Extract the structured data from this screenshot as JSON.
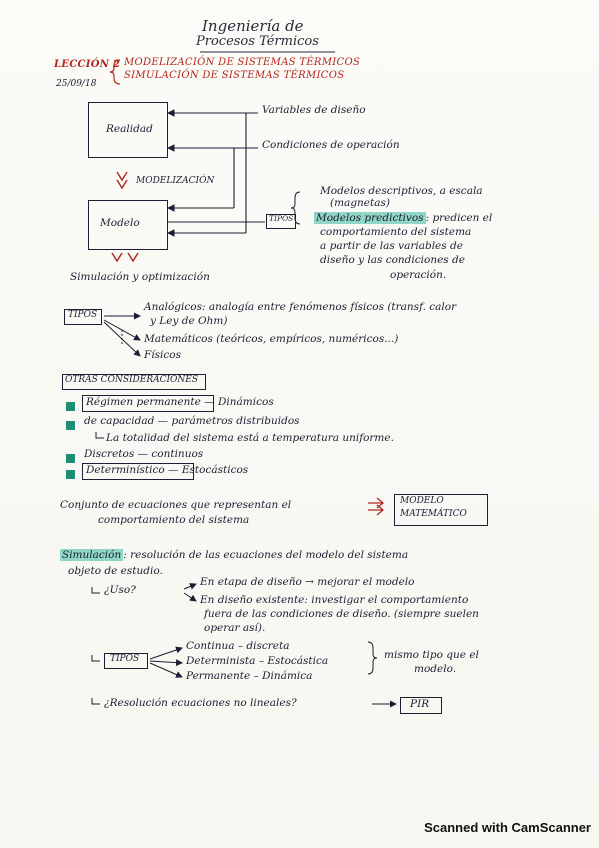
{
  "title": {
    "line1": "Ingeniería de",
    "line2": "Procesos Térmicos"
  },
  "lesson": {
    "label": "LECCIÓN 2",
    "topic1": "MODELIZACIÓN DE SISTEMAS TÉRMICOS",
    "topic2": "SIMULACIÓN DE SISTEMAS TÉRMICOS",
    "date": "25/09/18"
  },
  "diagram": {
    "realidad": "Realidad",
    "modelo": "Modelo",
    "variables": "Variables de diseño",
    "condiciones": "Condiciones de operación",
    "modelizacion": "MODELIZACIÓN",
    "simulacion_opt": "Simulación y optimización",
    "tipos_label": "TIPOS",
    "descriptivos": "Modelos descriptivos, a escala",
    "magnetas": "(magnetas)",
    "predictivos": "Modelos predictivos",
    "predictivos_desc_1": ": predicen el",
    "predictivos_desc_2": "comportamiento del sistema",
    "predictivos_desc_3": "a partir de las variables de",
    "predictivos_desc_4": "diseño y las condiciones de",
    "predictivos_desc_5": "operación."
  },
  "tipos_section": {
    "label": "TIPOS",
    "analogicos_1": "Analógicos: analogía entre fenómenos físicos (transf. calor",
    "analogicos_2": "y Ley de Ohm)",
    "matematicos": "Matemáticos (teóricos, empíricos, numéricos...)",
    "fisicos": "Físicos"
  },
  "otras": {
    "label": "OTRAS CONSIDERACIONES",
    "items": [
      {
        "text": "Régimen permanente",
        "suffix": " — Dinámicos",
        "boxed": true
      },
      {
        "text": "de capacidad",
        "suffix": " — parámetros distribuidos",
        "boxed": false
      },
      {
        "text": "",
        "suffix": "",
        "boxed": false
      },
      {
        "text": "Discretos",
        "suffix": " — continuos",
        "boxed": false
      },
      {
        "text": "Determinístico",
        "suffix": " — Estocásticos",
        "boxed": true
      }
    ],
    "note": "La totalidad del sistema está a temperatura uniforme."
  },
  "conjunto": {
    "line1": "Conjunto de ecuaciones que representan el",
    "line2": "comportamiento del sistema",
    "modelo_box_1": "MODELO",
    "modelo_box_2": "MATEMÁTICO"
  },
  "simulacion": {
    "label": "Simulación",
    "desc_1": ": resolución de las ecuaciones del modelo del sistema",
    "desc_2": "objeto de estudio.",
    "uso": "¿Uso?",
    "uso_1": "En etapa de diseño → mejorar el modelo",
    "uso_2a": "En diseño existente: investigar el comportamiento",
    "uso_2b": "fuera de las condiciones de diseño. (siempre suelen",
    "uso_2c": "operar así).",
    "tipos_label": "TIPOS",
    "tipo_1": "Continua – discreta",
    "tipo_2": "Determinista – Estocástica",
    "tipo_3": "Permanente – Dinámica",
    "tipo_note_1": "mismo tipo que el",
    "tipo_note_2": "modelo.",
    "resolucion": "¿Resolución ecuaciones no lineales?",
    "pir": "PIR"
  },
  "footer": "Scanned with CamScanner"
}
